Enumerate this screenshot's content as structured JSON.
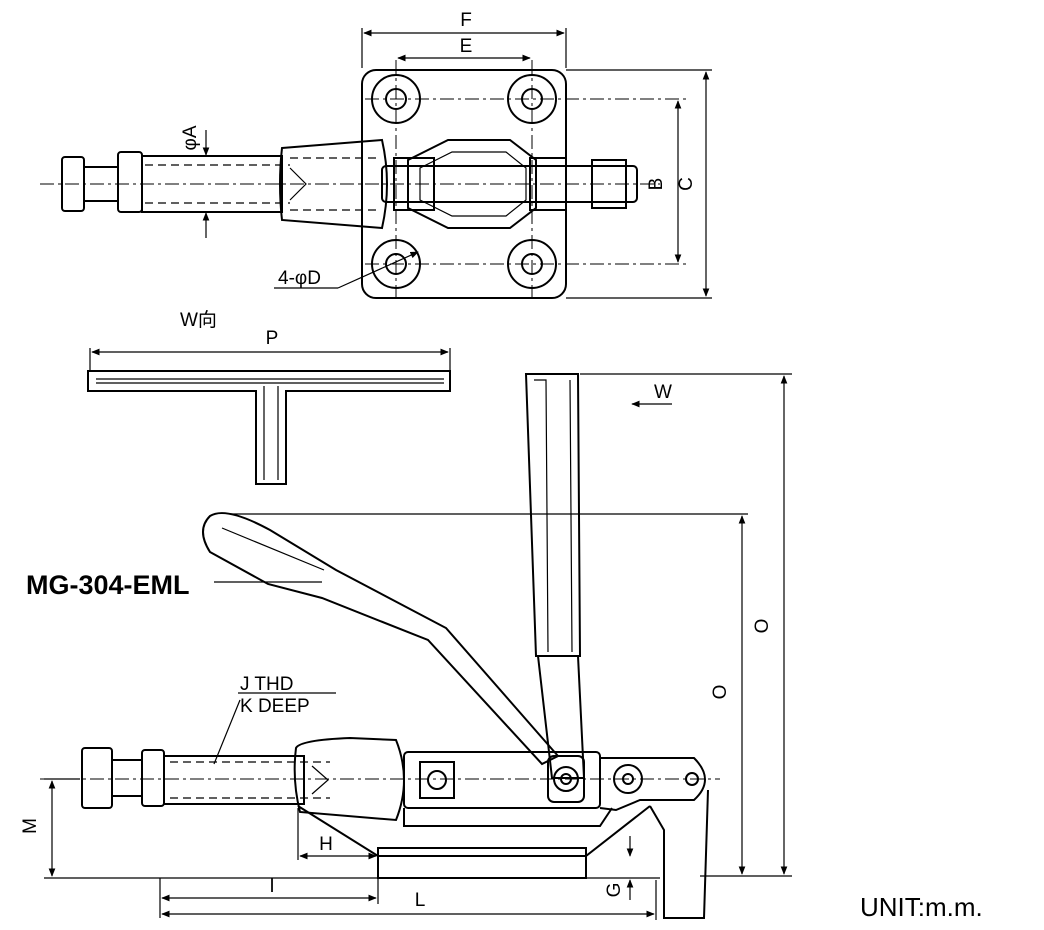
{
  "model_label": "MG-304-EML",
  "unit_label": "UNIT:m.m.",
  "view_w_label": "W向",
  "arrow_w_label": "W",
  "thread_label_1": "J THD",
  "thread_label_2": "K DEEP",
  "dimensions": {
    "F": "F",
    "E": "E",
    "B": "B",
    "C": "C",
    "phiA": "φA",
    "holes": "4-φD",
    "P": "P",
    "O_outer": "O",
    "O_inner": "O",
    "M": "M",
    "H": "H",
    "I": "I",
    "L": "L",
    "G": "G"
  }
}
